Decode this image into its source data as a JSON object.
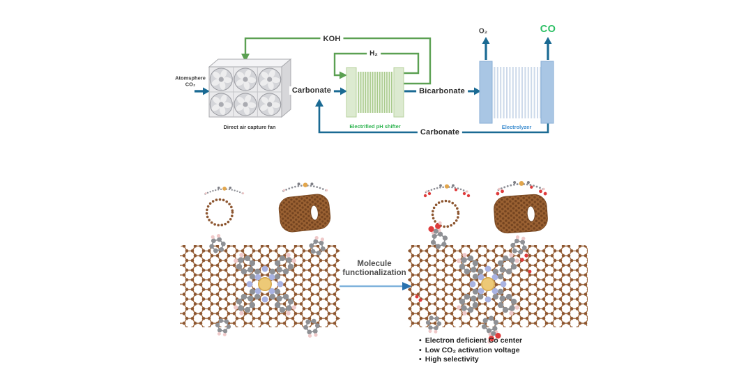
{
  "colors": {
    "flow_blue": "#1a6a93",
    "loop_green": "#5ba052",
    "co_green": "#2abf63",
    "ph_shifter_label_green": "#2db34f",
    "electrolyzer_label_blue": "#3e8ed0",
    "nanotube_brown": "#8d5630",
    "cobalt_gold": "#edc977",
    "nitrogen_blue": "#a9b3e2",
    "carbon_gray": "#8e9094",
    "hydrogen_pink": "#efc9c9",
    "oxygen_red": "#de3b3b"
  },
  "top_diagram": {
    "atmosphere_co2": {
      "line1": "Atomsphere",
      "line2": "CO₂"
    },
    "dac_fan_label": "Direct air capture fan",
    "koh_label": "KOH",
    "h2_label": "H₂",
    "carbonate_in_label": "Carbonate",
    "ph_shifter_label": "Electrified pH shifter",
    "bicarbonate_label": "Bicarbonate",
    "electrolyzer_label": "Electrolyzer",
    "o2_label": "O₂",
    "co_label": "CO",
    "carbonate_return_label": "Carbonate"
  },
  "bottom_diagram": {
    "arrow_label": {
      "line1": "Molecule",
      "line2": "functionalization"
    },
    "bullet_char": "•",
    "bullets": [
      "Electron deficient Co center",
      "Low CO₂ activation voltage",
      "High selectivity"
    ]
  }
}
